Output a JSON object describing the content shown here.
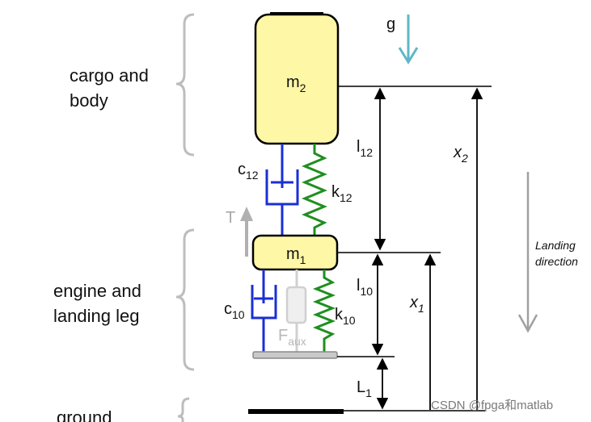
{
  "labels": {
    "group_cargo_line1": "cargo and",
    "group_cargo_line2": "body",
    "group_engine_line1": "engine and",
    "group_engine_line2": "landing leg",
    "group_ground": "ground",
    "gravity": "g",
    "thrust": "T",
    "mass2": {
      "base": "m",
      "sub": "2"
    },
    "mass1": {
      "base": "m",
      "sub": "1"
    },
    "damper12": {
      "base": "c",
      "sub": "12"
    },
    "spring12": {
      "base": "k",
      "sub": "12"
    },
    "damper10": {
      "base": "c",
      "sub": "10"
    },
    "spring10": {
      "base": "k",
      "sub": "10"
    },
    "aux_force": {
      "base": "F",
      "sub": "aux"
    },
    "length12": {
      "base": "l",
      "sub": "12"
    },
    "length10": {
      "base": "l",
      "sub": "10"
    },
    "length1": {
      "base": "L",
      "sub": "1"
    },
    "pos2": {
      "base": "x",
      "sub": "2"
    },
    "pos1": {
      "base": "x",
      "sub": "1"
    },
    "landing_direction_line1": "Landing",
    "landing_direction_line2": "direction",
    "watermark": "CSDN @fpga和matlab"
  },
  "colors": {
    "mass_fill": "#fdf7a6",
    "damper": "#1a2fd6",
    "spring": "#1f8f1f",
    "gravity_arrow": "#5fb7c6",
    "bracket": "#bdbdbd",
    "aux": "#d0d0d0",
    "line": "#000000"
  }
}
